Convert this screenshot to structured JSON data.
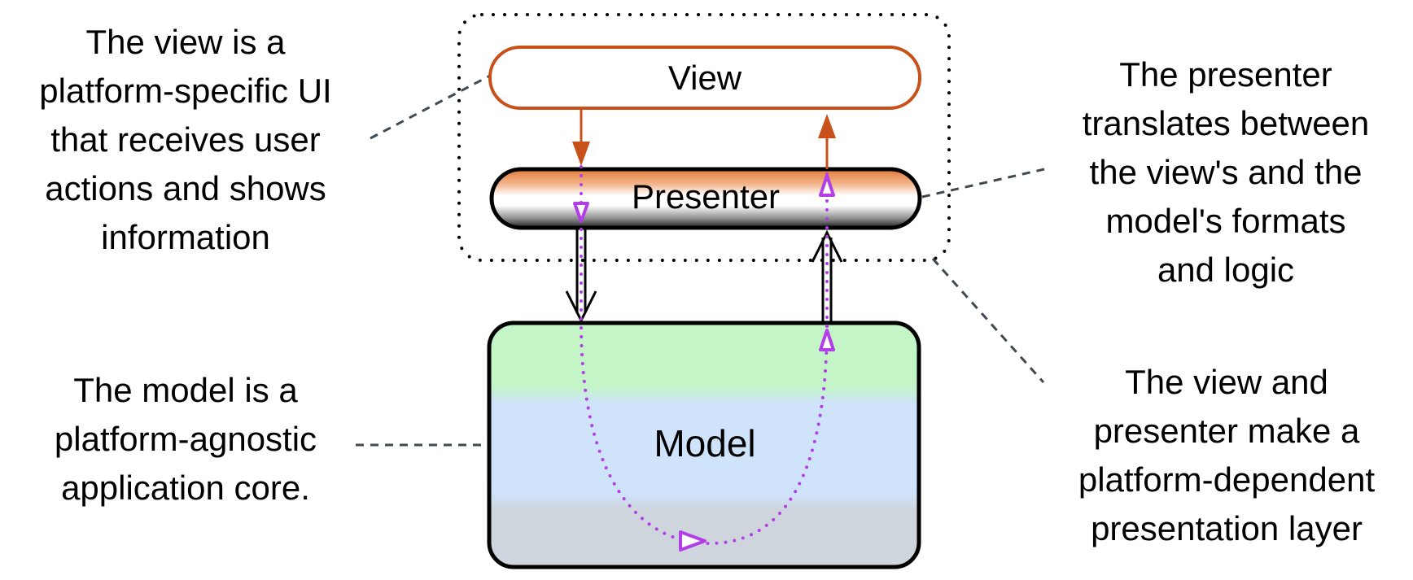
{
  "boxes": {
    "view": {
      "label": "View",
      "border_color": "#c8501a"
    },
    "presenter": {
      "label": "Presenter",
      "gradient_colors": [
        "#e07a3a",
        "#ffffff",
        "#2a2a2a"
      ]
    },
    "model": {
      "label": "Model",
      "band_colors": [
        "#c3f5c6",
        "#cfe3fb",
        "#cfd5dc"
      ]
    }
  },
  "annotations": {
    "view_note": [
      "The view is a",
      "platform-specific UI",
      "that receives user",
      "actions and shows",
      "information"
    ],
    "presenter_note": [
      "The presenter",
      "translates between",
      "the view's and the",
      "model's formats",
      "and logic"
    ],
    "model_note": [
      "The model is a",
      "platform-agnostic",
      "application core."
    ],
    "layer_note": [
      "The view and",
      "presenter make a",
      "platform-dependent",
      "presentation layer"
    ]
  },
  "colors": {
    "view_arrow": "#c8501a",
    "data_flow": "#b23ee8",
    "leader_line": "#404850"
  }
}
